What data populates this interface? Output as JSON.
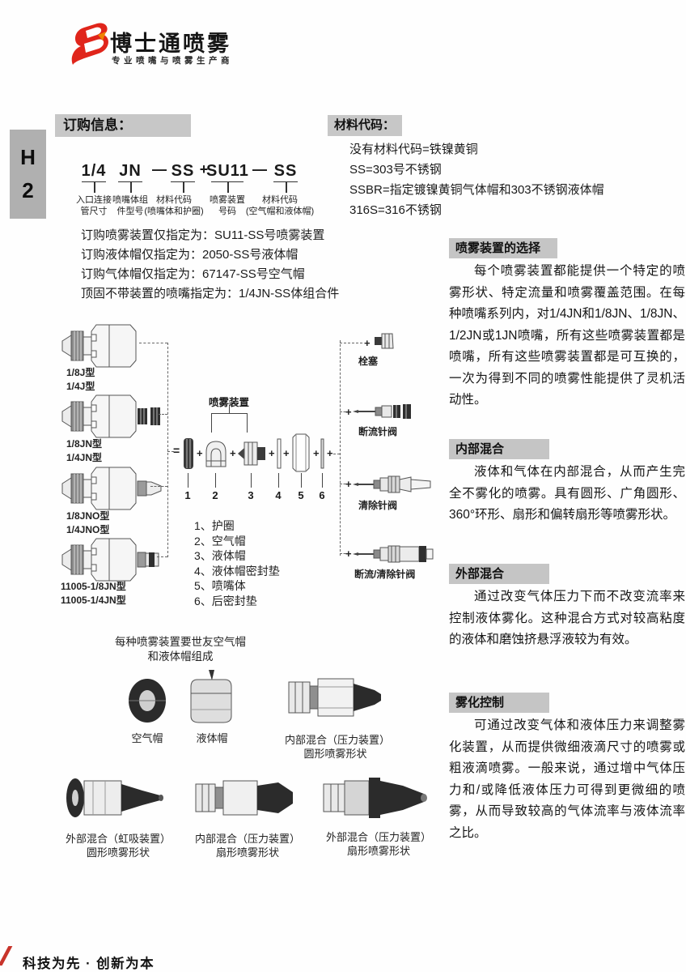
{
  "brand": {
    "name": "博士通喷雾",
    "tagline": "专业喷嘴与喷雾生产商"
  },
  "side_tab": {
    "letter": "H",
    "number": "2"
  },
  "ordering": {
    "header": "订购信息：",
    "code": {
      "seg1": {
        "text": "1/4",
        "label1": "入口连接",
        "label2": "管尺寸"
      },
      "seg2": {
        "text": "JN",
        "label1": "喷嘴体组",
        "label2": "件型号"
      },
      "sep1": "—",
      "seg3": {
        "text": "SS",
        "label1": "材料代码",
        "label2": "(喷嘴体和护圈)"
      },
      "sep2": "+",
      "seg4": {
        "text": "SU11",
        "label1": "喷雾装置",
        "label2": "号码"
      },
      "sep3": "—",
      "seg5": {
        "text": "SS",
        "label1": "材料代码",
        "label2": "(空气帽和液体帽)"
      }
    },
    "examples": [
      "订购喷雾装置仅指定为：SU11-SS号喷雾装置",
      "订购液体帽仅指定为：2050-SS号液体帽",
      "订购气体帽仅指定为：67147-SS号空气帽",
      "顶固不带装置的喷嘴指定为：1/4JN-SS体组合件"
    ]
  },
  "materials": {
    "header": "材料代码：",
    "lines": [
      "没有材料代码=铁镍黄铜",
      "SS=303号不锈钢",
      "SSBR=指定镀镍黄铜气体帽和303不锈钢液体帽",
      "316S=316不锈钢"
    ]
  },
  "diagram": {
    "assembly_label": "喷雾装置",
    "equals_sign": "=",
    "plus_sign": "+",
    "models": [
      {
        "line1": "1/8J型",
        "line2": "1/4J型"
      },
      {
        "line1": "1/8JN型",
        "line2": "1/4JN型"
      },
      {
        "line1": "1/8JNO型",
        "line2": "1/4JNO型"
      },
      {
        "line1": "11005-1/8JN型",
        "line2": "11005-1/4JN型"
      }
    ],
    "part_numbers": [
      "1",
      "2",
      "3",
      "4",
      "5",
      "6"
    ],
    "parts_list": [
      "1、护圈",
      "2、空气帽",
      "3、液体帽",
      "4、液体帽密封垫",
      "5、喷嘴体",
      "6、后密封垫"
    ],
    "accessories": [
      "栓塞",
      "断流针阀",
      "清除针阀",
      "断流/清除针阀"
    ]
  },
  "caps_section": {
    "title_line1": "每种喷雾装置要世友空气帽",
    "title_line2": "和液体帽组成",
    "row1": [
      {
        "line1": "空气帽",
        "line2": ""
      },
      {
        "line1": "液体帽",
        "line2": ""
      },
      {
        "line1": "内部混合（压力装置）",
        "line2": "圆形喷雾形状"
      }
    ],
    "row2": [
      {
        "line1": "外部混合（虹吸装置）",
        "line2": "圆形喷雾形状"
      },
      {
        "line1": "内部混合（压力装置）",
        "line2": "扇形喷雾形状"
      },
      {
        "line1": "外部混合（压力装置）",
        "line2": "扇形喷雾形状"
      }
    ]
  },
  "sidebar": {
    "sections": [
      {
        "title": "喷雾装置的选择",
        "body": "每个喷雾装置都能提供一个特定的喷雾形状、特定流量和喷雾覆盖范围。在每种喷嘴系列内，对1/4JN和1/8JN、1/8JN、1/2JN或1JN喷嘴，所有这些喷雾装置都是喷嘴，所有这些喷雾装置都是可互换的，一次为得到不同的喷雾性能提供了灵机活动性。"
      },
      {
        "title": "内部混合",
        "body": "液体和气体在内部混合，从而产生完全不雾化的喷雾。具有圆形、广角圆形、360°环形、扇形和偏转扇形等喷雾形状。"
      },
      {
        "title": "外部混合",
        "body": "通过改变气体压力下而不改变流率来控制液体雾化。这种混合方式对较高粘度的液体和磨蚀挤悬浮液较为有效。"
      },
      {
        "title": "雾化控制",
        "body": "可通过改变气体和液体压力来调整雾化装置，从而提供微细液滴尺寸的喷雾或粗液滴喷雾。一般来说，通过增中气体压力和/或降低液体压力可得到更微细的喷雾，从而导致较高的气体流率与液体流率之比。"
      }
    ]
  },
  "footer": {
    "slogan": "科技为先 · 创新为本"
  },
  "colors": {
    "brand_red": "#e0251b",
    "accent_orange": "#f08300",
    "header_gray": "#c7c7c7",
    "tab_gray": "#b0b0b0"
  }
}
